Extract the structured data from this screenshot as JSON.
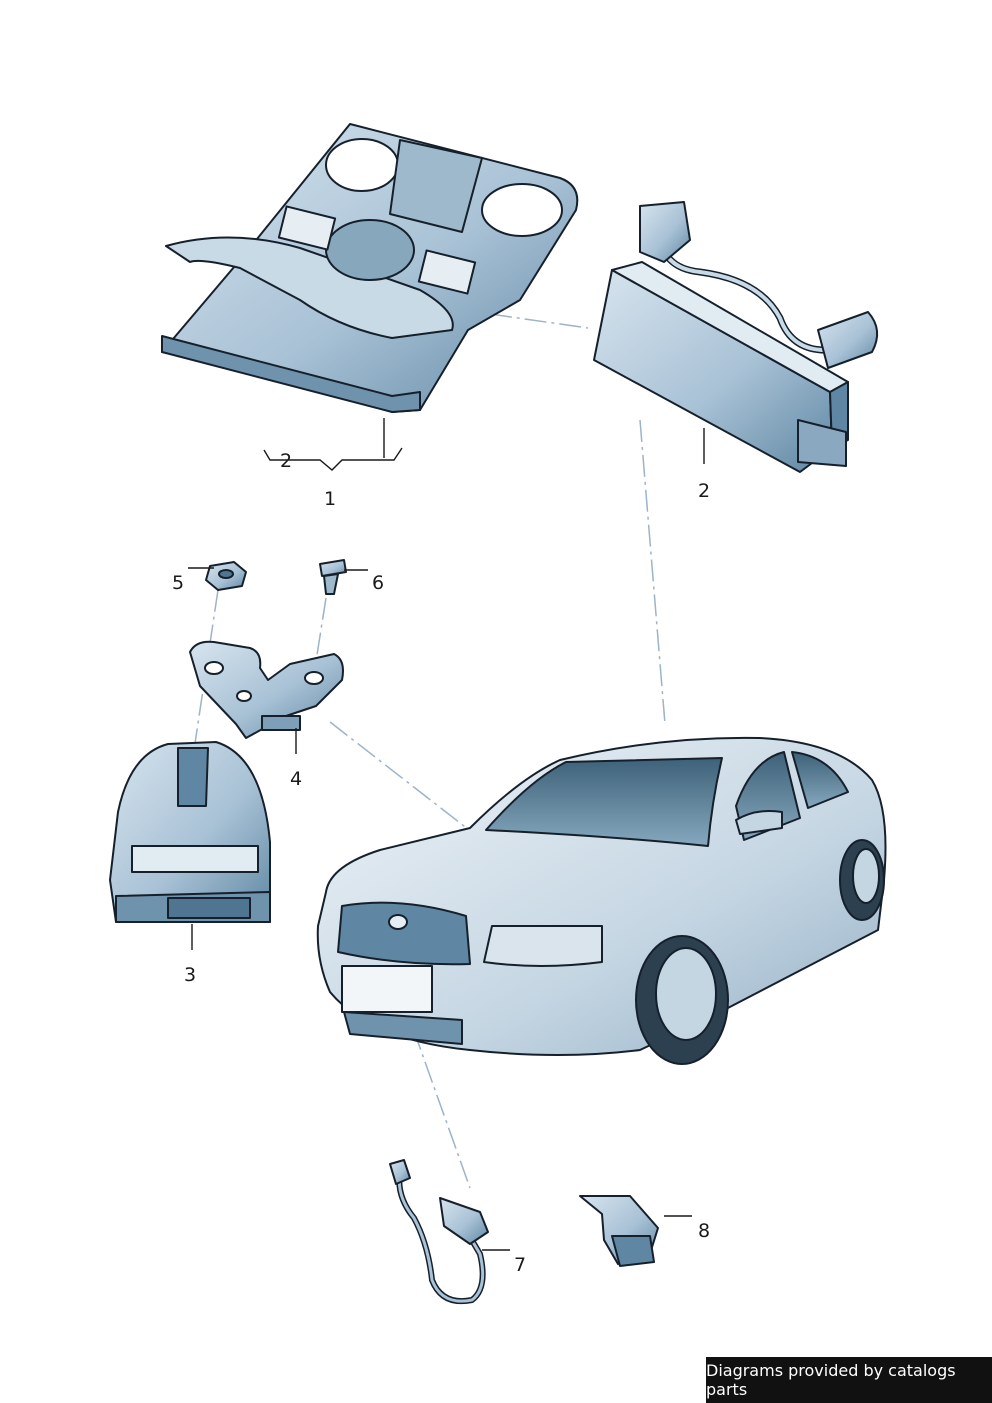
{
  "diagram": {
    "callouts": [
      {
        "id": "1",
        "label": "1"
      },
      {
        "id": "2a",
        "label": "2"
      },
      {
        "id": "2b",
        "label": "2"
      },
      {
        "id": "3",
        "label": "3"
      },
      {
        "id": "4",
        "label": "4"
      },
      {
        "id": "5",
        "label": "5"
      },
      {
        "id": "6",
        "label": "6"
      },
      {
        "id": "7",
        "label": "7"
      },
      {
        "id": "8",
        "label": "8"
      }
    ],
    "colors": {
      "part_fill": "#b9cfdf",
      "part_shade": "#7f9fb8",
      "part_dark": "#4f7590",
      "outline": "#16202c",
      "dash_line": "#9db3c7"
    }
  },
  "footer": {
    "credit": "Diagrams provided by catalogs parts"
  }
}
